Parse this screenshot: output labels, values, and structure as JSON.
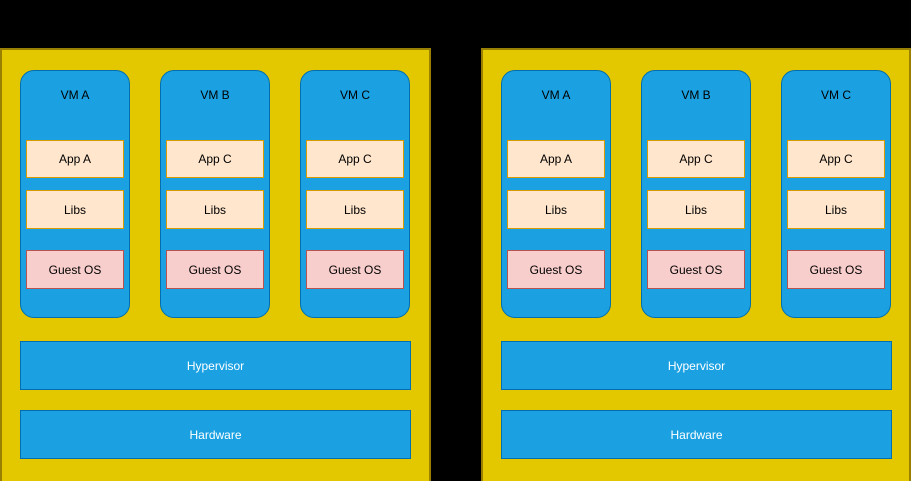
{
  "colors": {
    "background": "#000000",
    "panel_fill": "#e3c800",
    "panel_border": "#998000",
    "vm_fill": "#1ba1e2",
    "vm_border": "#006eaf",
    "app_fill": "#ffe6cc",
    "app_border": "#d79b00",
    "guest_os_fill": "#f8cecc",
    "guest_os_border": "#b85450",
    "layer_fill": "#1ba1e2",
    "layer_border": "#006eaf",
    "layer_text": "#ffffff",
    "label_text": "#000000"
  },
  "panels": [
    {
      "side": "left",
      "vms": [
        {
          "label": "VM A",
          "app": "App A",
          "libs": "Libs",
          "guest_os": "Guest OS"
        },
        {
          "label": "VM B",
          "app": "App C",
          "libs": "Libs",
          "guest_os": "Guest OS"
        },
        {
          "label": "VM C",
          "app": "App C",
          "libs": "Libs",
          "guest_os": "Guest OS"
        }
      ],
      "layers": [
        {
          "label": "Hypervisor"
        },
        {
          "label": "Hardware"
        }
      ]
    },
    {
      "side": "right",
      "vms": [
        {
          "label": "VM A",
          "app": "App A",
          "libs": "Libs",
          "guest_os": "Guest OS"
        },
        {
          "label": "VM B",
          "app": "App C",
          "libs": "Libs",
          "guest_os": "Guest OS"
        },
        {
          "label": "VM C",
          "app": "App C",
          "libs": "Libs",
          "guest_os": "Guest OS"
        }
      ],
      "layers": [
        {
          "label": "Hypervisor"
        },
        {
          "label": "Hardware"
        }
      ]
    }
  ]
}
